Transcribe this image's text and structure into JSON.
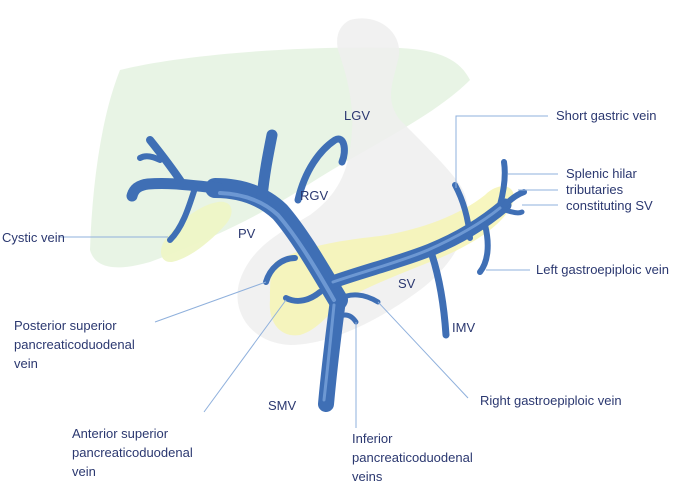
{
  "labels": {
    "lgv": "LGV",
    "rgv": "RGV",
    "pv": "PV",
    "sv": "SV",
    "imv": "IMV",
    "smv": "SMV",
    "short_gastric": "Short gastric vein",
    "splenic_hilar_1": "Splenic hilar",
    "splenic_hilar_2": "tributaries",
    "splenic_hilar_3": "constituting SV",
    "cystic": "Cystic vein",
    "left_gastroepiploic": "Left gastroepiploic vein",
    "pspd_1": "Posterior superior",
    "pspd_2": "pancreaticoduodenal",
    "pspd_3": "vein",
    "aspd_1": "Anterior superior",
    "aspd_2": "pancreaticoduodenal",
    "aspd_3": "vein",
    "right_gastroepiploic": "Right gastroepiploic vein",
    "ipd_1": "Inferior",
    "ipd_2": "pancreaticoduodenal",
    "ipd_3": "veins"
  },
  "colors": {
    "vein": "#3f6fb5",
    "vein_highlight": "#6d98d3",
    "liver": "#e6f3e2",
    "stomach": "#efefef",
    "pancreas": "#f6f4b4",
    "gallbladder": "#eef5c6",
    "label_text": "#2b3870",
    "leader_line": "#8fb0dc"
  }
}
